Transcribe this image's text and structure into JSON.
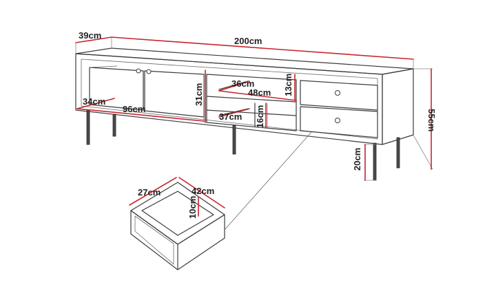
{
  "diagram": {
    "dimensions": {
      "total_depth": "39cm",
      "total_width": "200cm",
      "total_height": "55cm",
      "leg_height": "20cm",
      "cabinet_depth": "34cm",
      "cabinet_width": "96cm",
      "cabinet_height": "31cm",
      "shelf_depth": "36cm",
      "shelf_width": "48cm",
      "upper_shelf_height": "13cm",
      "lower_shelf_depth": "37cm",
      "lower_shelf_height": "16cm",
      "drawer_depth": "27cm",
      "drawer_width": "42cm",
      "drawer_height": "10cm"
    },
    "colors": {
      "dimension_line": "#c8232c",
      "outline": "#3a3a3a"
    }
  }
}
